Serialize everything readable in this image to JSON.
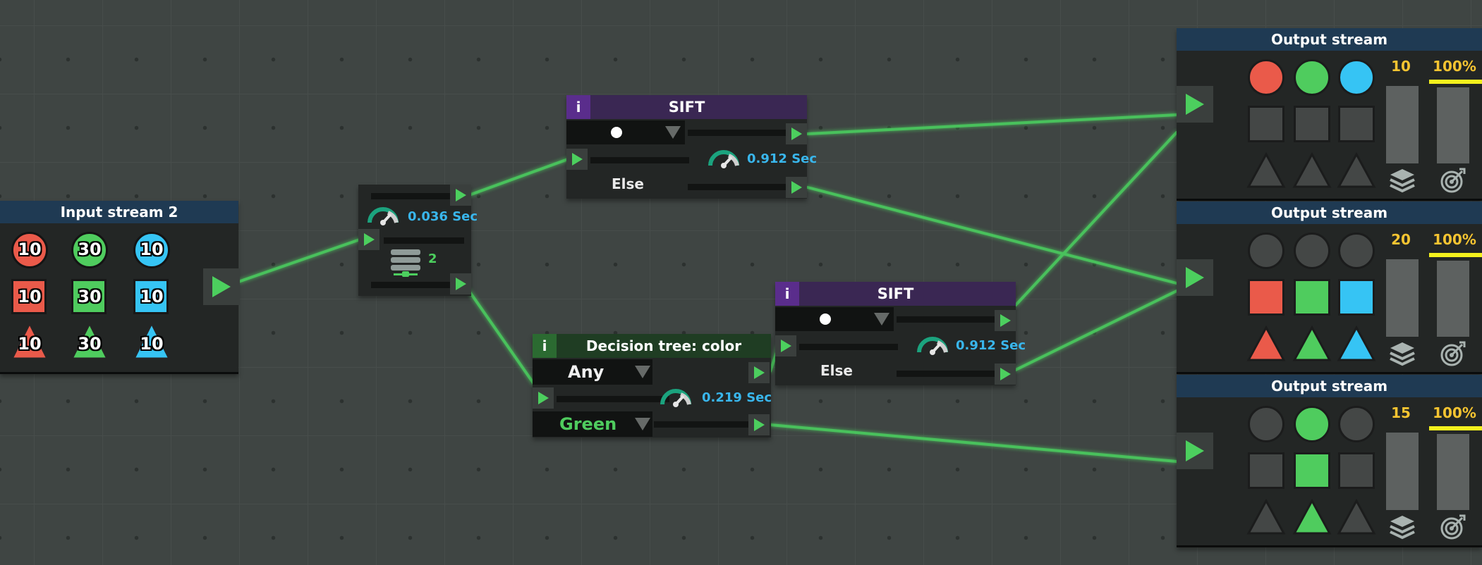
{
  "input_stream": {
    "title": "Input stream 2",
    "items": [
      {
        "shape": "circle",
        "color": "red",
        "count": "10"
      },
      {
        "shape": "circle",
        "color": "green",
        "count": "30"
      },
      {
        "shape": "circle",
        "color": "blue",
        "count": "10"
      },
      {
        "shape": "square",
        "color": "red",
        "count": "10"
      },
      {
        "shape": "square",
        "color": "green",
        "count": "30"
      },
      {
        "shape": "square",
        "color": "blue",
        "count": "10"
      },
      {
        "shape": "triangle",
        "color": "red",
        "count": "10"
      },
      {
        "shape": "triangle",
        "color": "green",
        "count": "30"
      },
      {
        "shape": "triangle",
        "color": "blue",
        "count": "10"
      }
    ]
  },
  "splitter": {
    "speed": "0.036 Sec",
    "stack_count": "2"
  },
  "sift1": {
    "info": "i",
    "title": "SIFT",
    "filter_icon": "white-dot",
    "speed": "0.912 Sec",
    "else_label": "Else"
  },
  "sift2": {
    "info": "i",
    "title": "SIFT",
    "filter_icon": "white-dot",
    "speed": "0.912 Sec",
    "else_label": "Else"
  },
  "decision": {
    "info": "i",
    "title": "Decision tree: color",
    "option_top": "Any",
    "option_bottom": "Green",
    "speed": "0.219 Sec"
  },
  "outputs": [
    {
      "title": "Output stream",
      "count": "10",
      "percent": "100%",
      "circles": [
        "red",
        "green",
        "blue"
      ],
      "squares": [
        "gray",
        "gray",
        "gray"
      ],
      "triangles": [
        "gray",
        "gray",
        "gray"
      ]
    },
    {
      "title": "Output stream",
      "count": "20",
      "percent": "100%",
      "circles": [
        "gray",
        "gray",
        "gray"
      ],
      "squares": [
        "red",
        "green",
        "blue"
      ],
      "triangles": [
        "red",
        "green",
        "blue"
      ]
    },
    {
      "title": "Output stream",
      "count": "15",
      "percent": "100%",
      "circles": [
        "gray",
        "green",
        "gray"
      ],
      "squares": [
        "gray",
        "green",
        "gray"
      ],
      "triangles": [
        "gray",
        "green",
        "gray"
      ]
    }
  ],
  "colors": {
    "red": "#ea5a4a",
    "green": "#4fcc5e",
    "blue": "#36c4f4",
    "gray": "#444746",
    "wire": "#4ccf5e",
    "speed": "#39b6ec",
    "yellow": "#f5c431",
    "sift_header": "#3a2753",
    "sift_info": "#5a2d8c",
    "decision_header": "#1f3d23",
    "decision_info": "#2b6a31",
    "output_header": "#1f3a53"
  }
}
